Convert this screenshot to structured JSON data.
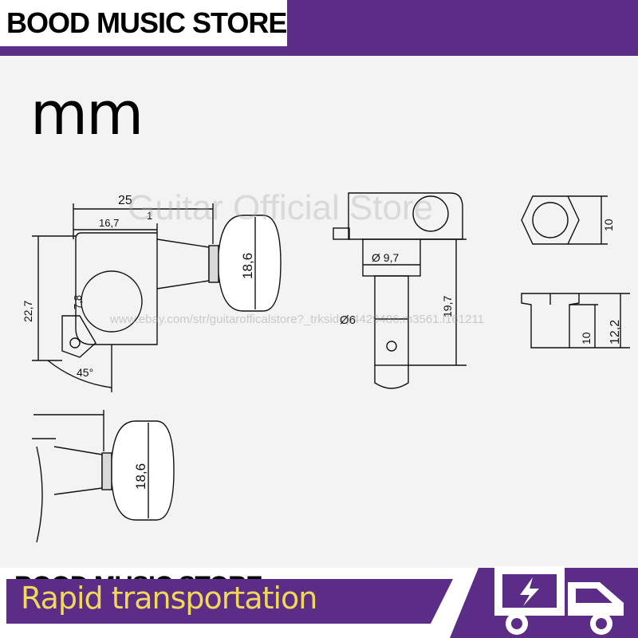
{
  "header": {
    "store_name": "BOOD MUSIC STORE"
  },
  "unit": "mm",
  "watermark": {
    "text": "Guitar Official Store",
    "url": "www.ebay.com/str/guitarofficalstore?_trksid=p4429486.m3561.l161211"
  },
  "dimensions": {
    "width_total": "25",
    "width_body": "16,7",
    "gap": "1",
    "height_total": "22,7",
    "hole_offset": "7,8",
    "angle": "45°",
    "button_height": "18,6",
    "bushing_dia": "Ø 9,7",
    "post_dia": "Ø6",
    "post_length": "19,7",
    "nut_width": "10",
    "nut_height": "10",
    "nut_total": "12,2",
    "button_height_2": "18,6"
  },
  "footer": {
    "store_name": "BOOD MUSIC STORE",
    "tagline": "Rapid transportation",
    "truck_icon": "delivery-truck-icon"
  },
  "colors": {
    "brand": "#5b2d86",
    "tagline": "#f1d85a"
  }
}
